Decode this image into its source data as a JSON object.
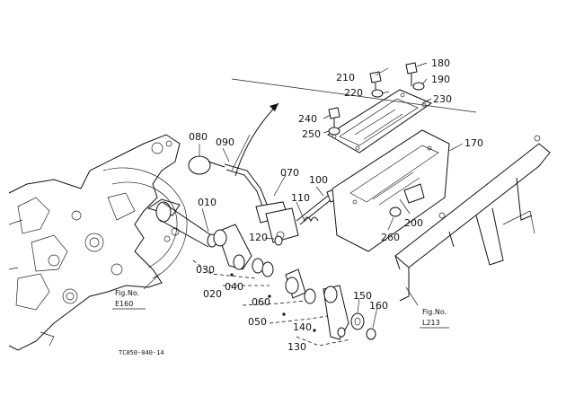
{
  "parts": [
    {
      "id": "180",
      "label": "180"
    },
    {
      "id": "210",
      "label": "210"
    },
    {
      "id": "190",
      "label": "190"
    },
    {
      "id": "220",
      "label": "220"
    },
    {
      "id": "230",
      "label": "230"
    },
    {
      "id": "240",
      "label": "240"
    },
    {
      "id": "250",
      "label": "250"
    },
    {
      "id": "170",
      "label": "170"
    },
    {
      "id": "080",
      "label": "080"
    },
    {
      "id": "090",
      "label": "090"
    },
    {
      "id": "070",
      "label": "070"
    },
    {
      "id": "100",
      "label": "100"
    },
    {
      "id": "110",
      "label": "110"
    },
    {
      "id": "010",
      "label": "010"
    },
    {
      "id": "120",
      "label": "120"
    },
    {
      "id": "200",
      "label": "200"
    },
    {
      "id": "260",
      "label": "260"
    },
    {
      "id": "030",
      "label": "030"
    },
    {
      "id": "040",
      "label": "040"
    },
    {
      "id": "020",
      "label": "020"
    },
    {
      "id": "060",
      "label": "060"
    },
    {
      "id": "050",
      "label": "050"
    },
    {
      "id": "150",
      "label": "150"
    },
    {
      "id": "160",
      "label": "160"
    },
    {
      "id": "140",
      "label": "140"
    },
    {
      "id": "130",
      "label": "130"
    }
  ],
  "fig_refs": [
    {
      "line1": "Fig.No.",
      "line2": "E160"
    },
    {
      "line1": "Fig.No.",
      "line2": "L213"
    }
  ],
  "drawing_code": "TC050-040-14"
}
